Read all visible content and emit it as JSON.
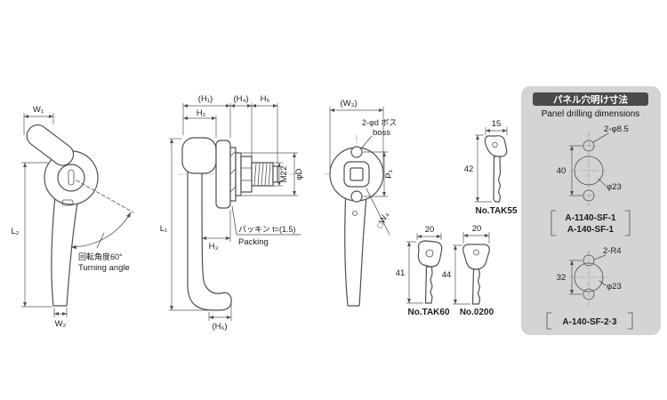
{
  "colors": {
    "line": "#4f4f4f",
    "panel_bg": "#d4d4d4",
    "panel_header_bg": "#4a4a4a",
    "panel_header_text": "#ffffff",
    "background": "#ffffff"
  },
  "front_view": {
    "dim_w1": "W₁",
    "dim_l2": "L₂",
    "dim_w2": "W₂",
    "turning_angle_jp": "回転角度60°",
    "turning_angle_en": "Turning angle"
  },
  "side_view": {
    "dim_h1": "(H₁)",
    "dim_h2": "H₂",
    "dim_h4": "(H₄)",
    "dim_h5": "H₅",
    "dim_m22": "M22",
    "dim_phi_d": "φD",
    "dim_l1": "L₁",
    "dim_h3": "H₃",
    "dim_h6": "(H₆)",
    "packing_jp": "パッキン t=(1.5)",
    "packing_en": "Packing"
  },
  "rear_view": {
    "dim_w3": "(W₃)",
    "boss_label_jp": "2-φd ボス",
    "boss_label_en": "boss",
    "dim_p1": "P₁",
    "dim_w4": "□W₄"
  },
  "keys": [
    {
      "name": "No.TAK55",
      "width_dim": "15",
      "height_dim": "42"
    },
    {
      "name": "No.TAK60",
      "width_dim": "20",
      "height_dim": "41"
    },
    {
      "name": "No.0200",
      "width_dim": "20",
      "height_dim": "44"
    }
  ],
  "panel": {
    "title_jp": "パネル穴明け寸法",
    "title_en": "Panel drilling dimensions",
    "pattern_top": {
      "hole_callout": "2-φ8.5",
      "pitch": "40",
      "diameter": "φ23",
      "models": [
        "A-1140-SF-1",
        "A-140-SF-1"
      ]
    },
    "pattern_bottom": {
      "notch_callout": "2-R4",
      "pitch": "32",
      "diameter": "φ23",
      "model": "A-140-SF-2·3"
    }
  }
}
